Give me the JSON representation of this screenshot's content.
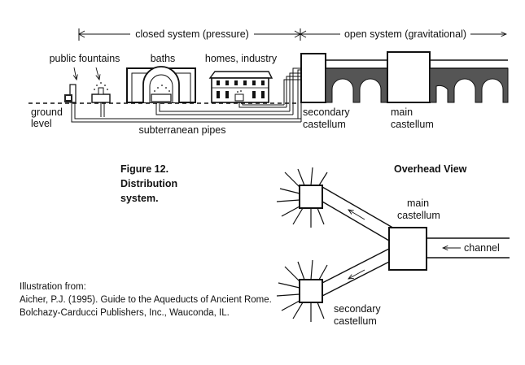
{
  "labels": {
    "closed_system": "closed system (pressure)",
    "open_system": "open system (gravitational)",
    "public_fountains": "public fountains",
    "baths": "baths",
    "homes_industry": "homes, industry",
    "ground": "ground",
    "level": "level",
    "subterranean_pipes": "subterranean pipes",
    "secondary_castellum_1": "secondary",
    "secondary_castellum_2": "castellum",
    "main_castellum_1": "main",
    "main_castellum_2": "castellum"
  },
  "figure": {
    "line1": "Figure 12.",
    "line2": "Distribution",
    "line3": "system."
  },
  "overhead": {
    "title": "Overhead View",
    "main_1": "main",
    "main_2": "castellum",
    "channel": "channel",
    "secondary_1": "secondary",
    "secondary_2": "castellum"
  },
  "citation": {
    "line1": "Illustration from:",
    "line2": "Aicher, P.J. (1995). Guide to the Aqueducts of Ancient Rome.",
    "line3": "Bolchazy-Carducci Publishers, Inc., Wauconda, IL."
  }
}
